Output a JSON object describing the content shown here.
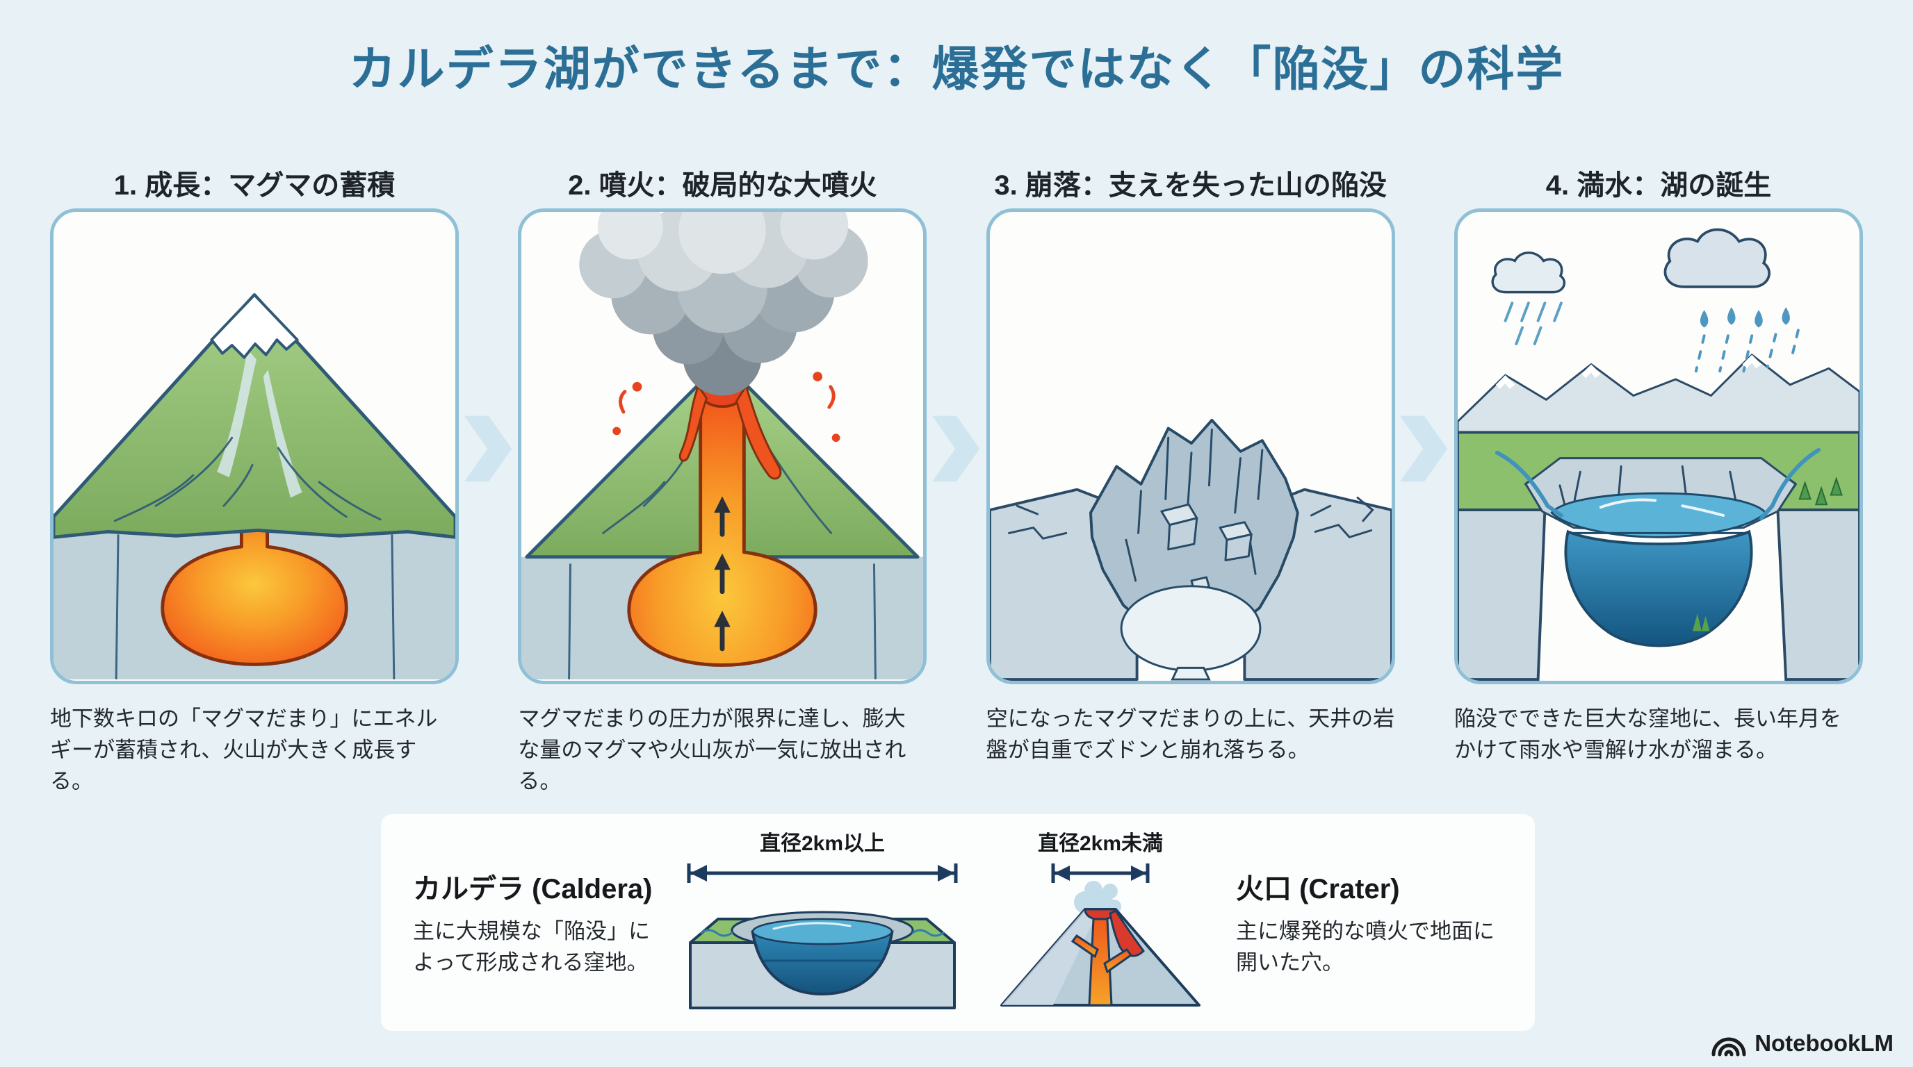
{
  "title": "カルデラ湖ができるまで：爆発ではなく「陥没」の科学",
  "steps": [
    {
      "heading": "1. 成長：マグマの蓄積",
      "caption": "地下数キロの「マグマだまり」にエネルギーが蓄積され、火山が大きく成長する。",
      "illustration": "volcano-growth"
    },
    {
      "heading": "2. 噴火：破局的な大噴火",
      "caption": "マグマだまりの圧力が限界に達し、膨大な量のマグマや火山灰が一気に放出される。",
      "illustration": "catastrophic-eruption"
    },
    {
      "heading": "3. 崩落：支えを失った山の陥没",
      "caption": "空になったマグマだまりの上に、天井の岩盤が自重でズドンと崩れ落ちる。",
      "illustration": "summit-collapse"
    },
    {
      "heading": "4. 満水：湖の誕生",
      "caption": "陥没でできた巨大な窪地に、長い年月をかけて雨水や雪解け水が溜まる。",
      "illustration": "caldera-lake"
    }
  ],
  "comparison": {
    "caldera": {
      "term": "カルデラ (Caldera)",
      "description": "主に大規模な「陥没」によって形成される窪地。",
      "dimension_label": "直径2km以上"
    },
    "crater": {
      "term": "火口 (Crater)",
      "description": "主に爆発的な噴火で地面に開いた穴。",
      "dimension_label": "直径2km未満"
    }
  },
  "footer": {
    "brand": "NotebookLM"
  },
  "icons": {
    "step_separator": "chevron-right-icon",
    "rain": "rain-cloud-icon",
    "steam": "steam-puffs-icon",
    "brand": "notebooklm-logo-icon"
  },
  "colors": {
    "background": "#e8f1f5",
    "title_text": "#2c6f96",
    "panel_border": "#8fc0d6",
    "panel_background": "#fdfdfc",
    "heading_text": "#1e242a",
    "caption_text": "#23282d",
    "step_arrow": "#cfe6f1",
    "magma_orange": "#f2581b",
    "magma_core": "#fbc83c",
    "lava_red": "#e23125",
    "mountain_green": "#8cc06c",
    "rock_gray": "#c9d8e0",
    "lake_blue": "#2f86b5",
    "dimension_arrow": "#1d3a5f",
    "comparison_box_background": "#fcfdfd",
    "brand_text": "#1b1d1f"
  }
}
